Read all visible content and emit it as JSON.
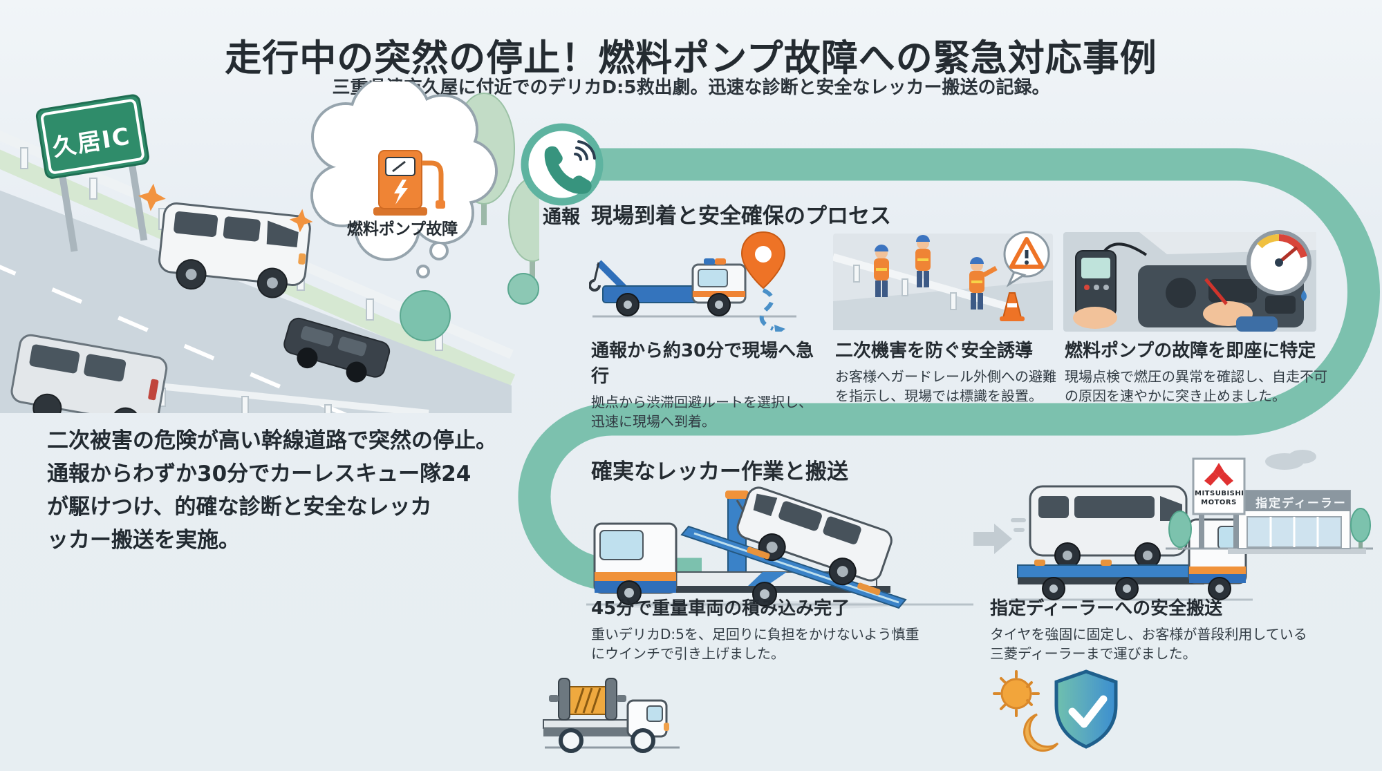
{
  "header": {
    "title": "走行中の突然の停止！燃料ポンプ故障への緊急対応事例",
    "subtitle": "三重県津市久屋に付近でのデリカD:5救出劇。迅速な診断と安全なレッカー搬送の記録。"
  },
  "incident": {
    "sign_label": "久居IC",
    "bubble_label": "燃料ポンプ故障",
    "summary_lines": [
      "二次被害の危険が高い幹線道路で突然の停止。",
      "通報からわずか30分でカーレスキュー隊24",
      "が駆けつけ、的確な診断と安全なレッカ",
      "ッカー搬送を実施。"
    ]
  },
  "timeline": {
    "report_label": "通報",
    "phase1": {
      "heading": "現場到着と安全確保のプロセス",
      "steps": [
        {
          "title": "通報から約30分で現場へ急行",
          "body": "拠点から渋滞回避ルートを選択し、迅速に現場へ到着。"
        },
        {
          "title": "二次機害を防ぐ安全誘導",
          "body": "お客様へガードレール外側への避難を指示し、現場では標識を設置。"
        },
        {
          "title": "燃料ポンプの故障を即座に特定",
          "body": "現場点検で燃圧の異常を確認し、自走不可の原因を速やかに突き止めました。"
        }
      ]
    },
    "phase2": {
      "heading": "確実なレッカー作業と搬送",
      "steps": [
        {
          "title": "45分で重量車両の積み込み完了",
          "body": "重いデリカD:5を、足回りに負担をかけないよう慎重にウインチで引き上げました。"
        },
        {
          "title": "指定ディーラーへの安全搬送",
          "body": "タイヤを強固に固定し、お客様が普段利用している三菱ディーラーまで運びました。"
        }
      ]
    }
  },
  "dealer": {
    "brand_line1": "MITSUBISHI",
    "brand_line2": "MOTORS",
    "facade_label": "指定ディーラー"
  },
  "icons": {
    "phone": "phone-call",
    "fuel_pump": "fuel-pump-lightning",
    "location_pin": "location-pin",
    "warning": "warning-triangle",
    "gauge": "pressure-gauge",
    "arrow": "arrow-right",
    "reel_truck": "cable-reel-truck",
    "sun": "sun",
    "moon": "crescent-moon",
    "shield": "shield-check"
  },
  "colors": {
    "band_teal": "#7cc1ae",
    "accent_orange": "#ef8435",
    "sign_green": "#2f8c6a",
    "truck_blue": "#3a82c8",
    "alert_red": "#d8453a",
    "shield_blue": "#3b8ed0",
    "text_dark": "#242b31"
  }
}
